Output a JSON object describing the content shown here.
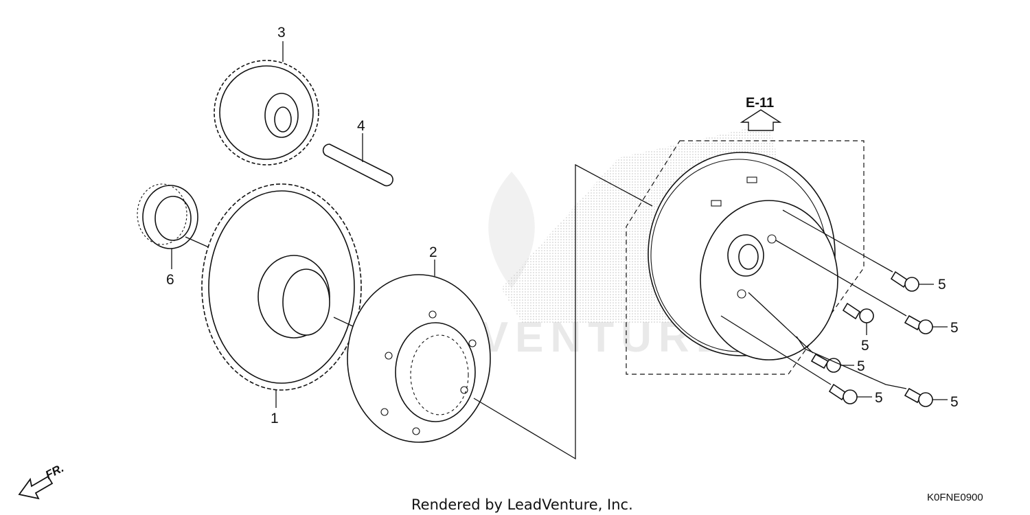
{
  "ref_label": "E-11",
  "front_label": "FR.",
  "footer_credit": "Rendered by LeadVenture, Inc.",
  "diagram_code": "K0FNE0900",
  "watermark": "LEADVENTURE",
  "callouts": {
    "starter_driven_gear": "1",
    "starter_clutch": "2",
    "reduction_gear": "3",
    "gear_shaft": "4",
    "bolt_a": "5",
    "bolt_b": "5",
    "bolt_c": "5",
    "bolt_d": "5",
    "bolt_e": "5",
    "bolt_f": "5",
    "needle_bearing": "6"
  },
  "colors": {
    "ink": "#111111",
    "watermark": "#e9e9e9",
    "background": "#ffffff"
  }
}
